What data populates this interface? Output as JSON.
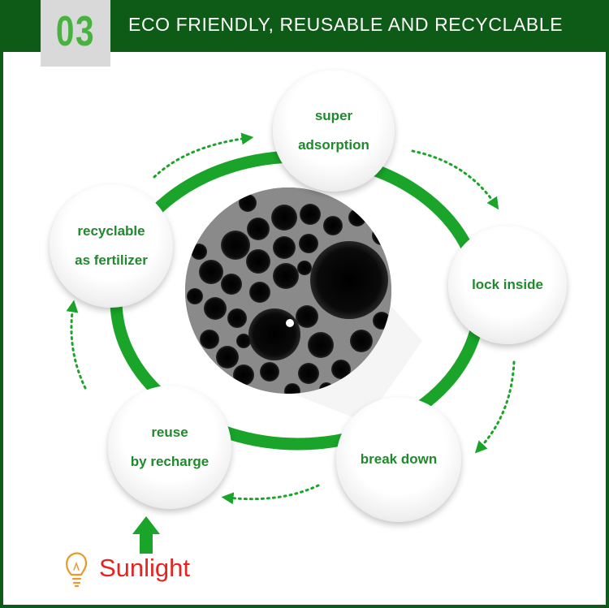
{
  "header": {
    "number": "03",
    "title": "ECO FRIENDLY, REUSABLE AND RECYCLABLE"
  },
  "cycle": {
    "nodes": [
      {
        "line1": "super",
        "line2": "adsorption"
      },
      {
        "line1": "lock inside"
      },
      {
        "line1": "break down"
      },
      {
        "line1": "reuse",
        "line2": "by recharge"
      },
      {
        "line1": "recyclable",
        "line2": "as fertilizer"
      }
    ]
  },
  "center": {
    "icon": "porous-structure-image"
  },
  "sunlight": {
    "label": "Sunlight",
    "icon": "light-bulb-icon"
  },
  "colors": {
    "header_bg": "#0e5a17",
    "number": "#45b33d",
    "ring": "#1aa52a",
    "label": "#1e8a2c",
    "sunlight": "#e8231f"
  }
}
